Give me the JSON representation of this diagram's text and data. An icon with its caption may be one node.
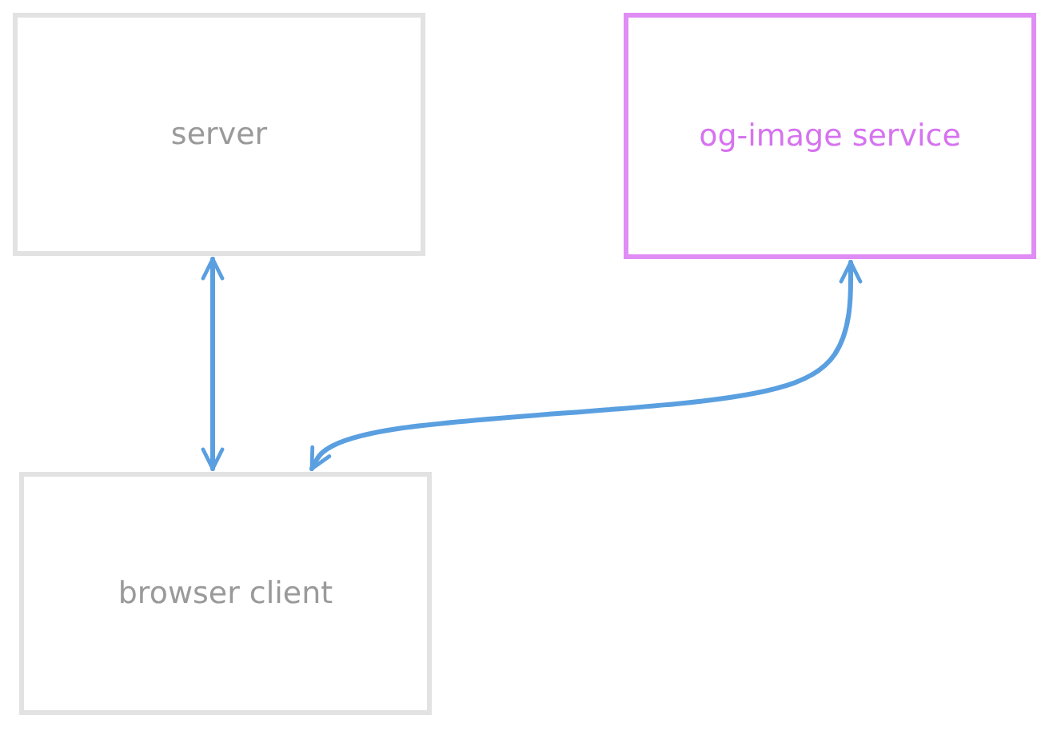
{
  "diagram": {
    "nodes": [
      {
        "text": [
          "server"
        ]
      },
      {
        "text": [
          "og-image service"
        ]
      },
      {
        "text": [
          "browser client"
        ]
      }
    ],
    "edges": [
      {
        "from": 0,
        "to": 2,
        "arrow": "both"
      },
      {
        "from": 2,
        "to": 1,
        "arrow": "both"
      }
    ]
  }
}
